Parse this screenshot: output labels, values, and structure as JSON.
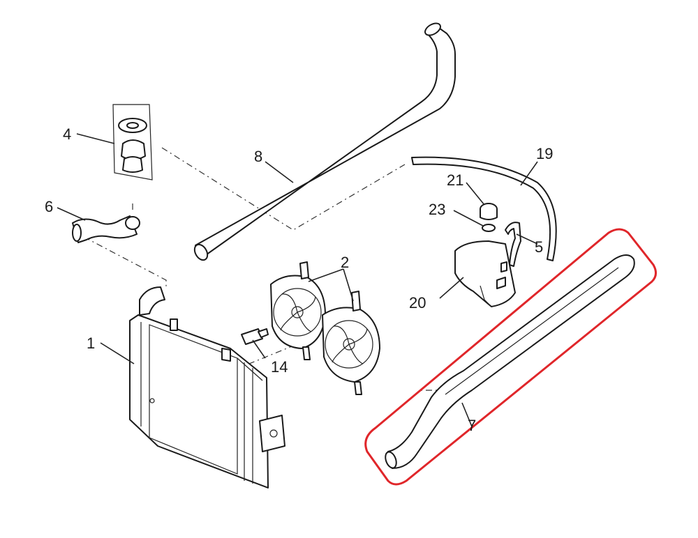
{
  "diagram": {
    "highlight_color": "#e0262a",
    "labels": {
      "p1": "1",
      "p2": "2",
      "p4": "4",
      "p5": "5",
      "p6": "6",
      "p7": "7",
      "p8": "8",
      "p14": "14",
      "p19": "19",
      "p20": "20",
      "p21": "21",
      "p23": "23"
    }
  }
}
